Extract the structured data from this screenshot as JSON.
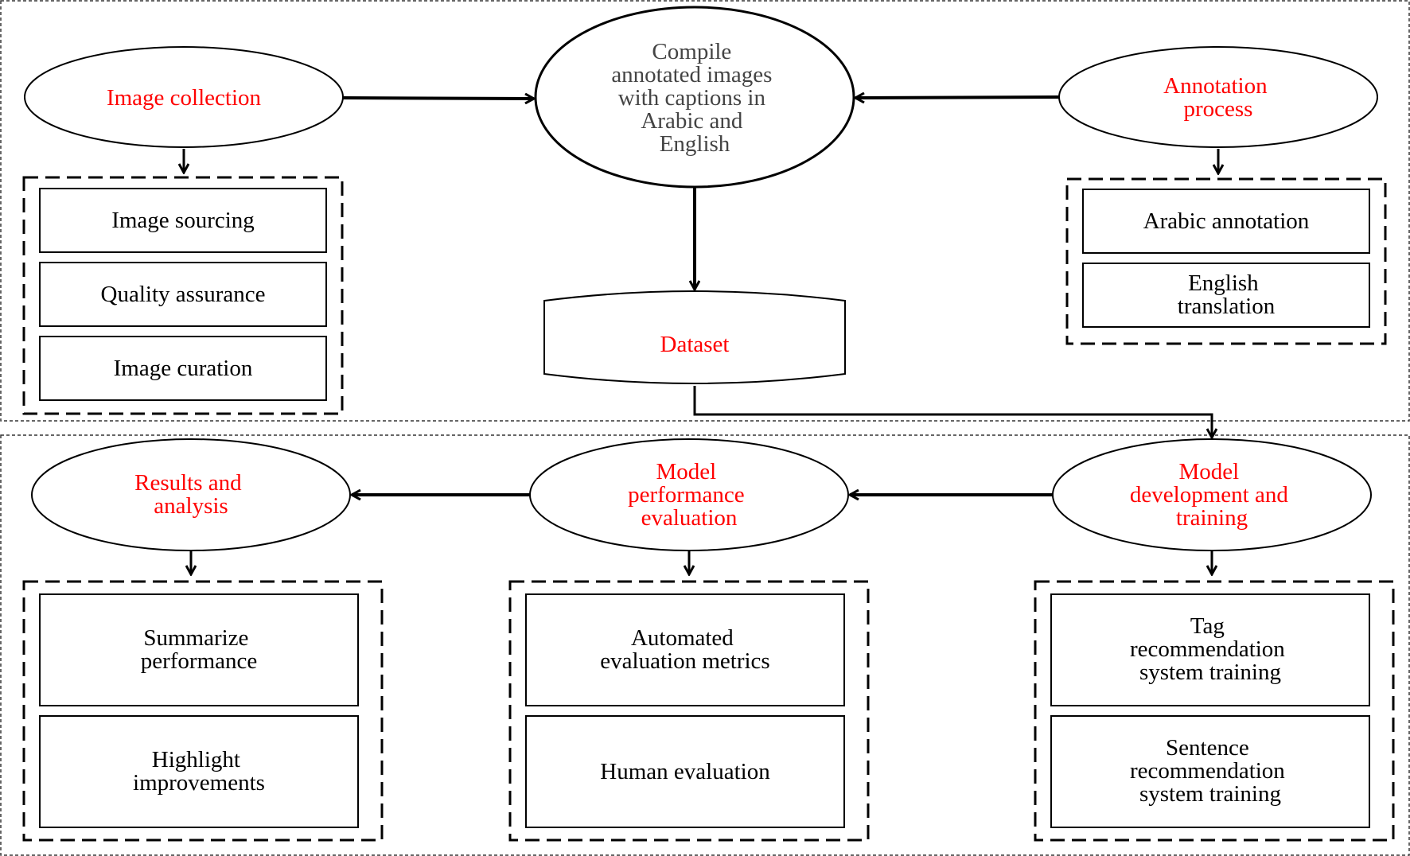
{
  "colors": {
    "accent_red": "#ff0000",
    "center_text": "#444444",
    "line": "#000000"
  },
  "top": {
    "image_collection": {
      "title": [
        "Image collection"
      ],
      "steps": [
        [
          "Image sourcing"
        ],
        [
          "Quality assurance"
        ],
        [
          "Image curation"
        ]
      ]
    },
    "compile": [
      "Compile",
      "annotated images",
      "with captions in",
      "Arabic and",
      "English"
    ],
    "annotation": {
      "title": [
        "Annotation",
        "process"
      ],
      "steps": [
        [
          "Arabic annotation"
        ],
        [
          "English",
          "translation"
        ]
      ]
    },
    "dataset": [
      "Dataset"
    ]
  },
  "bottom": {
    "results": {
      "title": [
        "Results and",
        "analysis"
      ],
      "steps": [
        [
          "Summarize",
          "performance"
        ],
        [
          "Highlight",
          "improvements"
        ]
      ]
    },
    "evaluation": {
      "title": [
        "Model",
        "performance",
        "evaluation"
      ],
      "steps": [
        [
          "Automated",
          "evaluation metrics"
        ],
        [
          "Human evaluation"
        ]
      ]
    },
    "development": {
      "title": [
        "Model",
        "development and",
        "training"
      ],
      "steps": [
        [
          "Tag",
          "recommendation",
          "system training"
        ],
        [
          "Sentence",
          "recommendation",
          "system training"
        ]
      ]
    }
  }
}
